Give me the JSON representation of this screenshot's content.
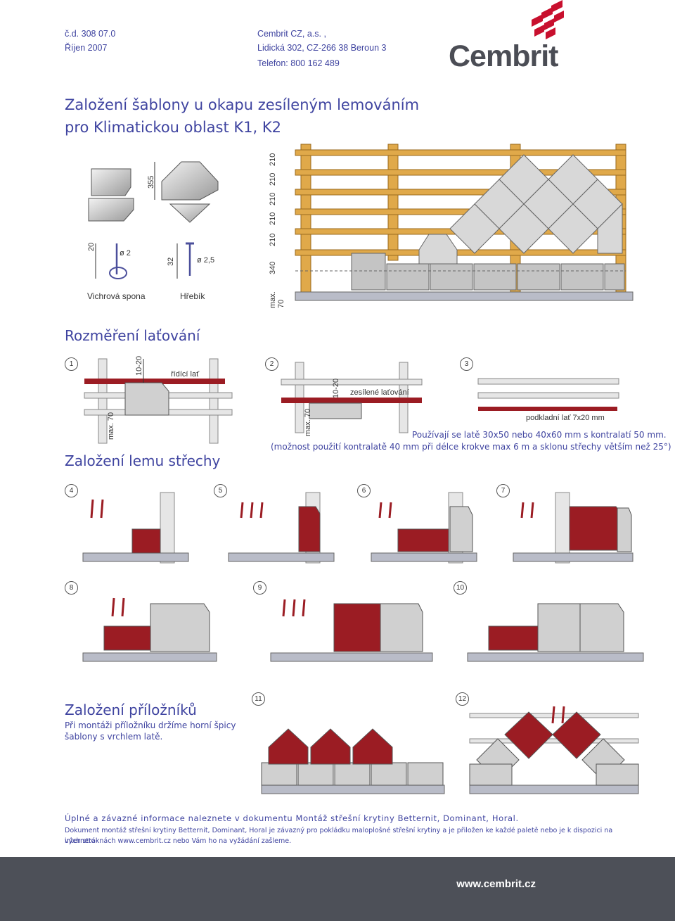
{
  "header": {
    "doc_number": "č.d. 308 07.0",
    "date": "Říjen 2007",
    "company": "Cembrit CZ, a.s. ,",
    "address": "Lidická 302, CZ-266 38 Beroun 3",
    "phone": "Telefon: 800 162 489",
    "logo_text": "Cembrit"
  },
  "title": {
    "line1": "Založení šablony u okapu zesíleným lemováním",
    "line2": "pro Klimatickou oblast K1, K2"
  },
  "figure_top": {
    "clip_label": "Vichrová spona",
    "nail_label": "Hřebík",
    "dim_20": "20",
    "dim_32": "32",
    "dim_355": "355",
    "diam_2": "ø 2",
    "diam_25": "ø 2,5",
    "spacing": [
      "max. 70",
      "340",
      "210",
      "210",
      "210",
      "210",
      "210"
    ]
  },
  "section_batten": {
    "heading": "Rozměření laťování",
    "step1": "1",
    "step2": "2",
    "step3": "3",
    "dim_10_20": "10-20",
    "guide_batten": "řídící lať",
    "reinforced": "zesílené laťování",
    "max70": "max. 70",
    "under_batten": "podkladní lať 7x20 mm",
    "note1": "Používají se latě 30x50 nebo 40x60 mm s kontralatí 50 mm.",
    "note2": "(možnost použití kontralatě 40 mm při délce krokve max 6 m a sklonu střechy větším než 25°)"
  },
  "section_edge": {
    "heading": "Založení lemu střechy",
    "steps": [
      "4",
      "5",
      "6",
      "7",
      "8",
      "9",
      "10"
    ]
  },
  "section_overlap": {
    "heading": "Založení příložníků",
    "text1": "Při montáži příložníku držíme horní špicy",
    "text2": "šablony s vrchlem latě.",
    "steps": [
      "11",
      "12"
    ]
  },
  "footer": {
    "line1": "Úplné a závazné informace naleznete v dokumentu Montáž střešní krytiny Betternit, Dominant, Horal.",
    "line2": "Dokument montáž střešní krytiny Betternit, Dominant, Horal je závazný pro pokládku maloplošné střešní krytiny a je přiložen ke každé paletě nebo je k dispozici na interneto-",
    "line3": "vých stráknách www.cembrit.cz nebo Vám ho na vyžádání zašleme.",
    "url": "www.cembrit.cz"
  },
  "colors": {
    "accent": "#3f44a0",
    "brand_red": "#c8102e",
    "shingle_red": "#9b1c23",
    "wood": "#e0a94a",
    "footer_bg": "#4d5058"
  }
}
